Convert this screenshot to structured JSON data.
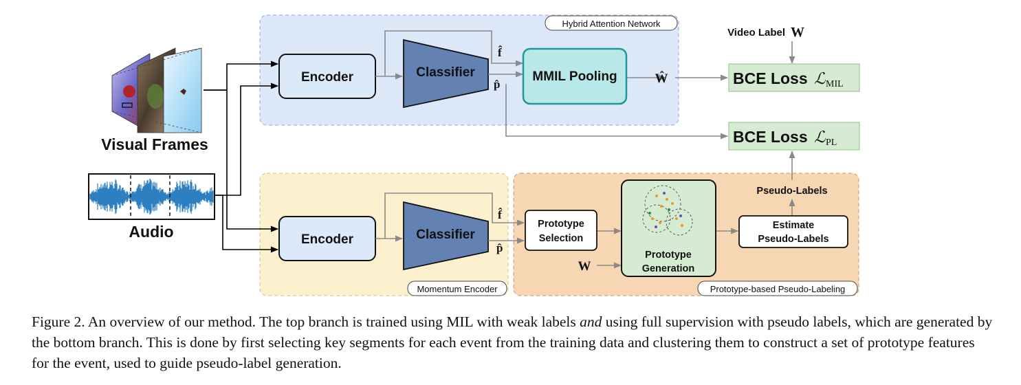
{
  "figure": {
    "regions": {
      "han": "Hybrid Attention Network",
      "momentum": "Momentum Encoder",
      "ppl": "Prototype-based Pseudo-Labeling"
    },
    "inputs": {
      "visual": "Visual Frames",
      "audio": "Audio"
    },
    "top": {
      "encoder": "Encoder",
      "classifier": "Classifier",
      "pooling": "MMIL Pooling",
      "f_hat": "f̂",
      "p_hat": "p̂",
      "w_hat": "Ŵ"
    },
    "bottom": {
      "encoder": "Encoder",
      "classifier": "Classifier",
      "f_hat": "f̂",
      "p_hat": "p̂",
      "proto_sel_1": "Prototype",
      "proto_sel_2": "Selection",
      "proto_gen_1": "Prototype",
      "proto_gen_2": "Generation",
      "w": "W",
      "estimate_1": "Estimate",
      "estimate_2": "Pseudo-Labels",
      "pseudo_labels": "Pseudo-Labels"
    },
    "losses": {
      "video_label": "Video Label",
      "video_label_symbol": "W",
      "bce_mil": "BCE Loss",
      "bce_mil_symbol": "ℒ",
      "bce_mil_sub": "MIL",
      "bce_pl": "BCE Loss",
      "bce_pl_symbol": "ℒ",
      "bce_pl_sub": "PL"
    }
  },
  "caption": {
    "part1": "Figure 2. An overview of our method. The top branch is trained using MIL with weak labels ",
    "italic": "and",
    "part2": " using full supervision with pseudo labels, which are generated by the bottom branch. This is done by first selecting key segments for each event from the training data and clustering them to construct a set of prototype features for the event, used to guide pseudo-label generation."
  },
  "colors": {
    "han_bg": "#dce8f8",
    "momentum_bg": "#fdf0cf",
    "ppl_bg": "#f6d6b3",
    "encoder_fill": "#dce9f8",
    "classifier_fill": "#6382b3",
    "pooling_fill": "#b9e8e8",
    "pooling_stroke": "#1a9a9a",
    "loss_fill": "#d6ecd2",
    "proto_gen_fill": "#d6ecd2",
    "audio_wave": "#2d7fc0",
    "arrow": "#8a8a8a"
  },
  "icons": {
    "visual": "video-frames-icon",
    "audio": "waveform-icon",
    "clusters": "prototype-clusters-icon"
  }
}
